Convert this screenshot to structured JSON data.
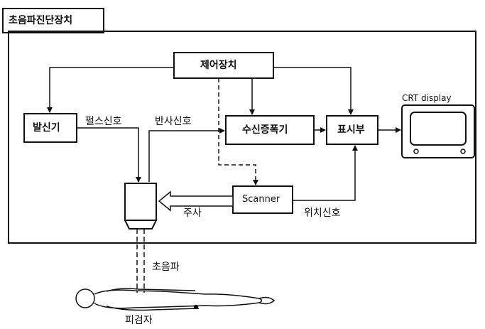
{
  "title_tab": "초음파진단장치",
  "blocks": {
    "controller": "제어장치",
    "transmitter": "발신기",
    "receiver_amp": "수신증폭기",
    "display_unit": "표시부",
    "scanner": "Scanner",
    "crt": "CRT display"
  },
  "signals": {
    "pulse": "펄스신호",
    "reflected": "반사신호",
    "scan": "주사",
    "position": "위치신호",
    "ultrasound": "초음파"
  },
  "subject": "피검자"
}
